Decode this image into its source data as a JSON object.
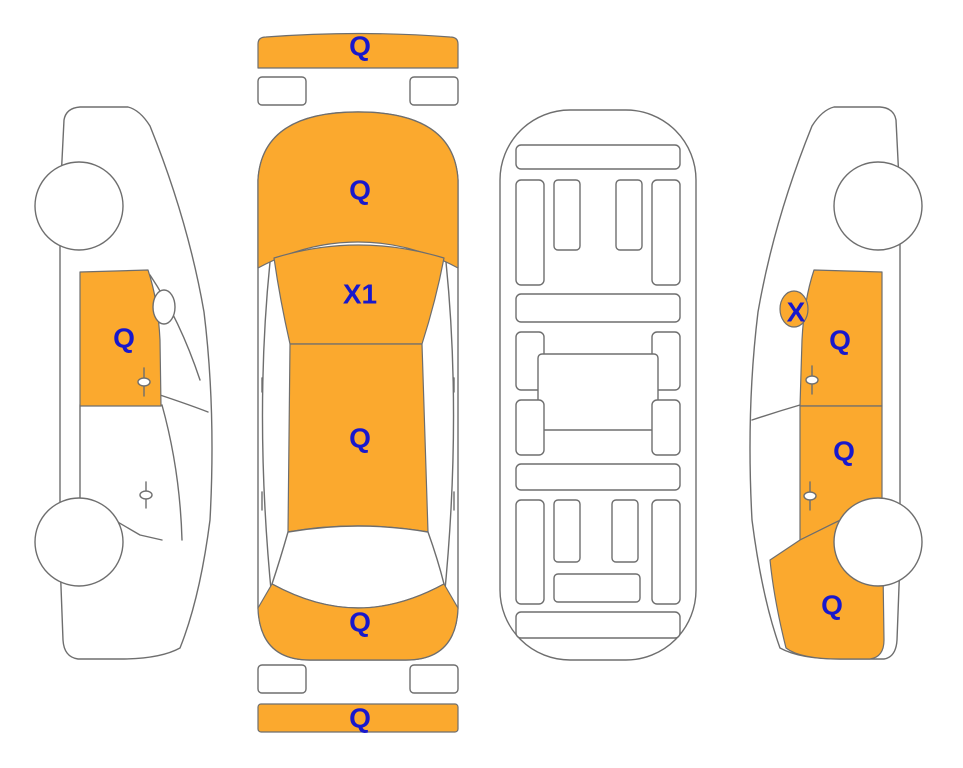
{
  "colors": {
    "damage_fill": "#FBA92E",
    "mark_text": "#1818CC",
    "outline": "#6E6E6E"
  },
  "views": {
    "left_side": {
      "door_front": "Q"
    },
    "top": {
      "front_bumper": "Q",
      "hood": "Q",
      "windshield": "X1",
      "roof": "Q",
      "trunk": "Q",
      "rear_bumper": "Q"
    },
    "underside": {},
    "right_side": {
      "mirror": "X",
      "door_front": "Q",
      "door_rear": "Q",
      "quarter_panel": "Q"
    }
  }
}
